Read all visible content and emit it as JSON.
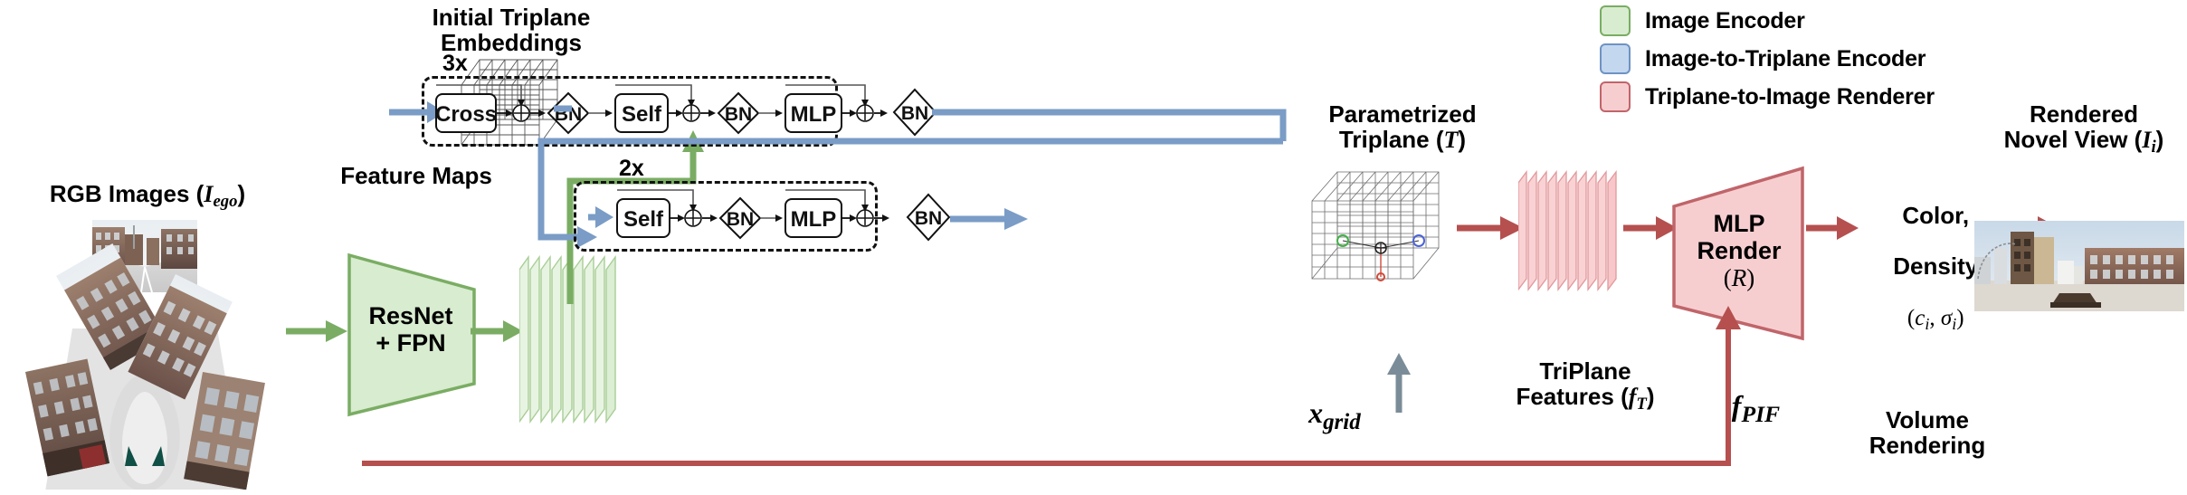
{
  "figure": {
    "type": "architecture-diagram",
    "title": "Triplane-based novel view synthesis pipeline"
  },
  "legend": {
    "items": [
      {
        "label": "Image Encoder",
        "fill": "#d8ecd0",
        "stroke": "#7aad63",
        "name": "image-encoder"
      },
      {
        "label": "Image-to-Triplane Encoder",
        "fill": "#c3d7ef",
        "stroke": "#6e93c4",
        "name": "image-to-triplane-encoder"
      },
      {
        "label": "Triplane-to-Image Renderer",
        "fill": "#f7ced0",
        "stroke": "#c0656a",
        "name": "triplane-to-image-renderer"
      }
    ]
  },
  "labels": {
    "rgb_images": {
      "text": "RGB Images (",
      "math": "I",
      "mathsub": "ego",
      "close": ")"
    },
    "initial_triplane": "Initial Triplane\nEmbeddings",
    "feature_maps": "Feature Maps",
    "parametrized_triplane": {
      "text": "Parametrized\nTriplane (",
      "math": "T",
      "close": ")"
    },
    "triplane_features": {
      "text": "TriPlane\nFeatures (",
      "math": "f",
      "mathsub": "T",
      "close": ")"
    },
    "x_grid": {
      "math": "x",
      "mathsub": "grid"
    },
    "f_pif": {
      "math": "f",
      "mathsub": "PIF"
    },
    "color_density": {
      "line1": "Color,",
      "line2": "Density",
      "line3": "(c_i, σ_i)"
    },
    "volume_rendering": "Volume\nRendering",
    "rendered_novel_view": {
      "text": "Rendered\nNovel View (",
      "math": "I",
      "mathsub": "i",
      "close": ")"
    }
  },
  "blocks": {
    "resnet": {
      "line1": "ResNet",
      "line2": "+ FPN"
    },
    "mlp_render": {
      "line1": "MLP",
      "line2": "Render",
      "line3": "(R)"
    }
  },
  "transformer_top": {
    "repeat": "3x",
    "nodes": [
      "Cross",
      "BN",
      "Self",
      "BN",
      "MLP",
      "BN"
    ],
    "sequence": [
      "Cross",
      "+",
      "BN",
      "Self",
      "+",
      "BN",
      "MLP",
      "+",
      "BN"
    ]
  },
  "transformer_bottom": {
    "repeat": "2x",
    "nodes": [
      "Self",
      "BN",
      "MLP",
      "BN"
    ],
    "sequence": [
      "Self",
      "+",
      "BN",
      "MLP",
      "+",
      "BN"
    ]
  },
  "colors": {
    "green_fill": "#d8ecd0",
    "green_stroke": "#7aad63",
    "green_arrow": "#7aad63",
    "blue_arrow": "#7a9cc6",
    "blue_fill": "#c3d7ef",
    "red_fill": "#f7ced0",
    "red_stroke": "#c0656a",
    "red_arrow": "#b5504f",
    "gray_arrow": "#7b8c99",
    "node_stroke": "#111111"
  }
}
